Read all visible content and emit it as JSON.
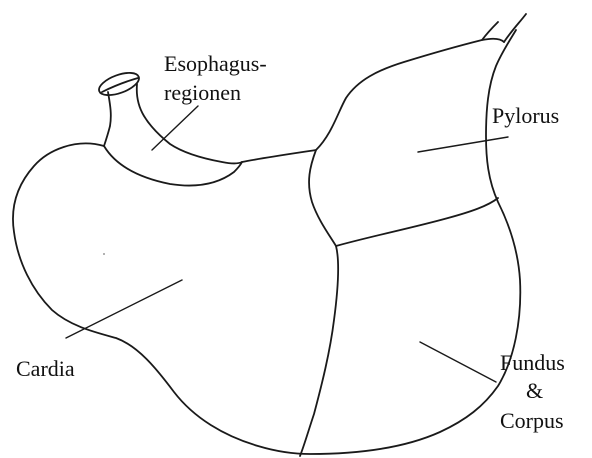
{
  "labels": {
    "esophagus_line1": "Esophagus-",
    "esophagus_line2": "regionen",
    "pylorus": "Pylorus",
    "cardia": "Cardia",
    "fundus_line1": "Fundus",
    "fundus_line2": "&",
    "fundus_line3": "Corpus"
  }
}
